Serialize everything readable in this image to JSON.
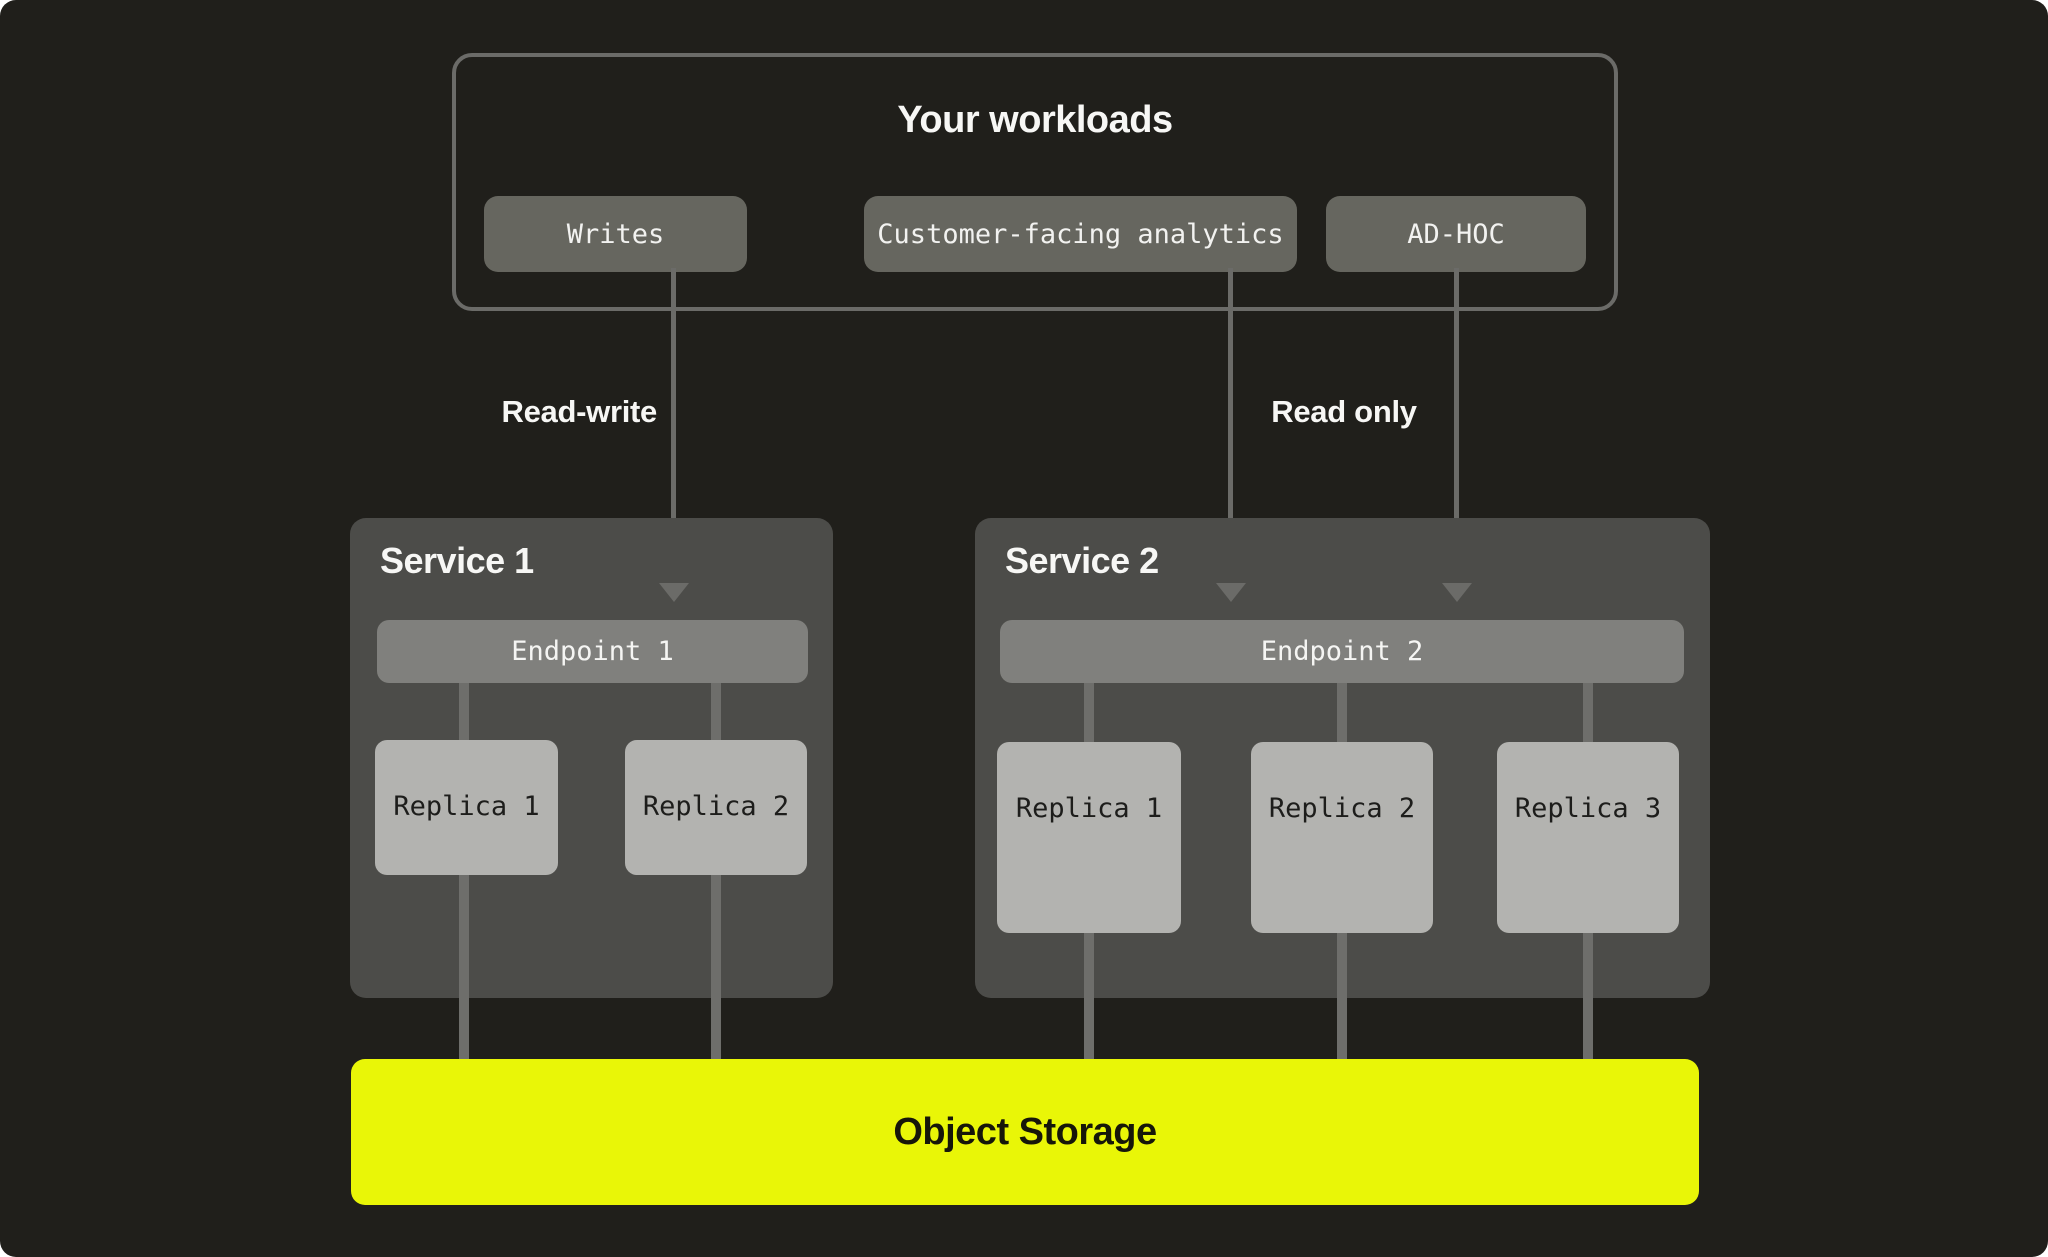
{
  "canvas": {
    "background": "#201f1b",
    "page_background": "#ffffff"
  },
  "colors": {
    "workloads_border": "#6b6b68",
    "chip_fill": "#66665f",
    "service_fill": "#4c4c49",
    "endpoint_fill": "#80807d",
    "replica_fill": "#b3b3b0",
    "connector_line": "#6e6e6b",
    "storage_accent": "#e9f607",
    "label_text": "#f7f7f5",
    "dark_text": "#1d1d1b"
  },
  "workloads": {
    "title": "Your workloads",
    "items": [
      {
        "label": "Writes"
      },
      {
        "label": "Customer-facing analytics"
      },
      {
        "label": "AD-HOC"
      }
    ]
  },
  "edges": {
    "read_write_label": "Read-write",
    "read_only_label": "Read only"
  },
  "services": [
    {
      "title": "Service 1",
      "endpoint": "Endpoint 1",
      "replicas": [
        "Replica 1",
        "Replica 2"
      ]
    },
    {
      "title": "Service 2",
      "endpoint": "Endpoint 2",
      "replicas": [
        "Replica 1",
        "Replica 2",
        "Replica 3"
      ]
    }
  ],
  "storage": {
    "label": "Object Storage"
  }
}
